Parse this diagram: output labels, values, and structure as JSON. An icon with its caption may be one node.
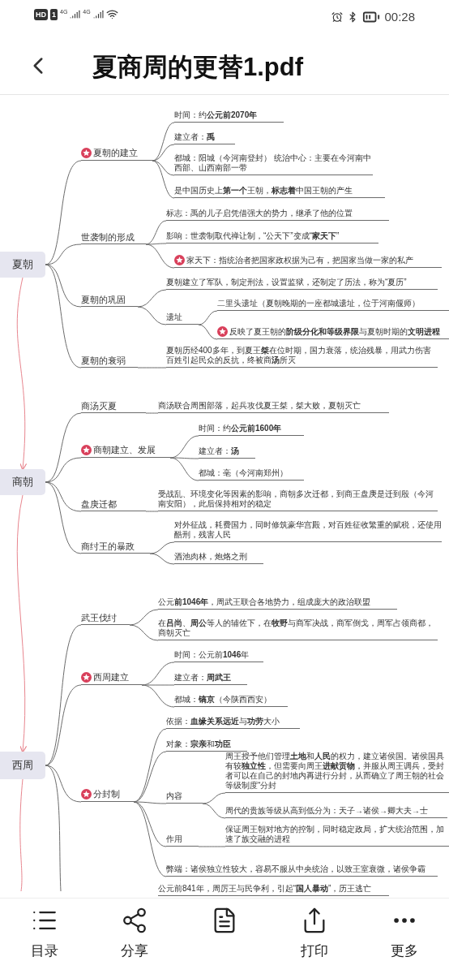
{
  "diagram": {
    "title": "夏商周的更替1.pdf",
    "nodes": [
      {
        "text": [
          "夏朝"
        ]
      },
      {
        "text": [
          "夏朝的建立"
        ]
      },
      {
        "text": [
          "时间：约**公元前2070年**"
        ]
      },
      {
        "text": [
          "建立者：**禹**"
        ]
      },
      {
        "text": [
          "都城：阳城（今河南登封） 统治中心：主要在今河南中西部、山西南部一带"
        ]
      },
      {
        "text": [
          "是中国历史上**第一个**王朝，**标志着**中国王朝的产生"
        ]
      },
      {
        "text": [
          "世袭制的形成"
        ]
      },
      {
        "text": [
          "标志：禹的儿子启凭借强大的势力，继承了他的位置"
        ]
      },
      {
        "text": [
          "影响：世袭制取代禅让制，“公天下”变成“**家天下**”"
        ]
      },
      {
        "text": [
          "家天下：指统治者把国家政权据为己有，把国家当做一家的私产"
        ]
      },
      {
        "text": [
          "夏朝的巩固"
        ]
      },
      {
        "text": [
          "夏朝建立了军队，制定刑法，设置监狱，还制定了历法，称为“夏历”"
        ]
      },
      {
        "text": [
          "遗址"
        ]
      },
      {
        "text": [
          "二里头遗址（夏朝晚期的一座都城遗址，位于河南偃师）"
        ]
      },
      {
        "text": [
          "反映了夏王朝的**阶级分化和等级界限**与夏朝时期的**文明进程**"
        ]
      },
      {
        "text": [
          "夏朝的衰弱"
        ]
      },
      {
        "text": [
          "夏朝历经400多年，到夏王**桀**在位时期，国力衰落，统治残暴，用武力伤害百姓引起民众的反抗，终被商**汤**所灭"
        ]
      },
      {
        "text": [
          "商朝"
        ]
      },
      {
        "text": [
          "商汤灭夏"
        ]
      },
      {
        "text": [
          "商汤联合周围部落，起兵攻伐夏王桀，桀大败，夏朝灭亡"
        ]
      },
      {
        "text": [
          "商朝建立、发展"
        ]
      },
      {
        "text": [
          "时间：约**公元前1600年**"
        ]
      },
      {
        "text": [
          "建立者：**汤**"
        ]
      },
      {
        "text": [
          "都城：亳（今河南郑州）"
        ]
      },
      {
        "text": [
          "盘庚迁都"
        ]
      },
      {
        "text": [
          "受战乱、环境变化等因素的影响，商朝多次迁都，到商王盘庚是迁到殷（今河南安阳），此后保持相对的稳定"
        ]
      },
      {
        "text": [
          "商纣王的暴政"
        ]
      },
      {
        "text": [
          "对外征战，耗费国力，同时修筑豪华宫殿，对百姓征收繁重的赋税，还使用酷刑，残害人民"
        ]
      },
      {
        "text": [
          "酒池肉林，炮烙之刑"
        ]
      },
      {
        "text": [
          "西周"
        ]
      },
      {
        "text": [
          "武王伐纣"
        ]
      },
      {
        "text": [
          "公元**前1046年**，周武王联合各地势力，组成庞大的政治联盟"
        ]
      },
      {
        "text": [
          "在**吕尚**、**周公**等人的辅佐下，在**牧野**与商军决战，商军倒戈，周军占领商都，商朝灭亡"
        ]
      },
      {
        "text": [
          "西周建立"
        ]
      },
      {
        "text": [
          "时间：公元前**1046**年"
        ]
      },
      {
        "text": [
          "建立者：**周武王**"
        ]
      },
      {
        "text": [
          "都城：**镐京**（今陕西西安）"
        ]
      },
      {
        "text": [
          "分封制"
        ]
      },
      {
        "text": [
          "依据：**血缘关系远近**与**功劳**大小"
        ]
      },
      {
        "text": [
          "对象：**宗亲**和**功臣**"
        ]
      },
      {
        "text": [
          "内容"
        ]
      },
      {
        "text": [
          "周王授予他们管理**土地**和**人民**的权力，建立诸侯国。诸侯国具有较**独立性**，但需要向周王**进献贡物**，并服从周王调兵，受封者可以在自己的封地内再进行分封，从而确立了周王朝的社会等级制度“分封"
        ]
      },
      {
        "text": [
          "周代的贵族等级从高到低分为：天子→诸侯→卿大夫→士"
        ]
      },
      {
        "text": [
          "作用"
        ]
      },
      {
        "text": [
          "保证周王朝对地方的控制，同时稳定政局，扩大统治范围，加速了族交融的进程"
        ]
      },
      {
        "text": [
          "弊端：诸侯独立性较大，容易不服从中央统治，以致王室衰微，诸侯争霸"
        ]
      },
      {
        "text": [
          "公元前841年，周厉王与民争利，引起“**国人暴动**”，历王逃亡"
        ]
      }
    ],
    "edges": [
      {
        "from": 0,
        "to": 1,
        "arrow": "none"
      },
      {
        "from": 1,
        "to": 2,
        "arrow": "none"
      },
      {
        "from": 1,
        "to": 3,
        "arrow": "none"
      },
      {
        "from": 1,
        "to": 4,
        "arrow": "none"
      },
      {
        "from": 1,
        "to": 5,
        "arrow": "none"
      },
      {
        "from": 0,
        "to": 6,
        "arrow": "none"
      },
      {
        "from": 6,
        "to": 7,
        "arrow": "none"
      },
      {
        "from": 6,
        "to": 8,
        "arrow": "none"
      },
      {
        "from": 6,
        "to": 9,
        "arrow": "none"
      },
      {
        "from": 0,
        "to": 10,
        "arrow": "none"
      },
      {
        "from": 10,
        "to": 11,
        "arrow": "none"
      },
      {
        "from": 10,
        "to": 12,
        "arrow": "none"
      },
      {
        "from": 12,
        "to": 13,
        "arrow": "none"
      },
      {
        "from": 12,
        "to": 14,
        "arrow": "none"
      },
      {
        "from": 0,
        "to": 15,
        "arrow": "none"
      },
      {
        "from": 15,
        "to": 16,
        "arrow": "none"
      },
      {
        "from": 17,
        "to": 18,
        "arrow": "none"
      },
      {
        "from": 18,
        "to": 19,
        "arrow": "none"
      },
      {
        "from": 17,
        "to": 20,
        "arrow": "none"
      },
      {
        "from": 20,
        "to": 21,
        "arrow": "none"
      },
      {
        "from": 20,
        "to": 22,
        "arrow": "none"
      },
      {
        "from": 20,
        "to": 23,
        "arrow": "none"
      },
      {
        "from": 17,
        "to": 24,
        "arrow": "none"
      },
      {
        "from": 24,
        "to": 25,
        "arrow": "none"
      },
      {
        "from": 17,
        "to": 26,
        "arrow": "none"
      },
      {
        "from": 26,
        "to": 27,
        "arrow": "none"
      },
      {
        "from": 26,
        "to": 28,
        "arrow": "none"
      },
      {
        "from": 29,
        "to": 30,
        "arrow": "none"
      },
      {
        "from": 30,
        "to": 31,
        "arrow": "none"
      },
      {
        "from": 30,
        "to": 32,
        "arrow": "none"
      },
      {
        "from": 29,
        "to": 33,
        "arrow": "none"
      },
      {
        "from": 33,
        "to": 34,
        "arrow": "none"
      },
      {
        "from": 33,
        "to": 35,
        "arrow": "none"
      },
      {
        "from": 33,
        "to": 36,
        "arrow": "none"
      },
      {
        "from": 29,
        "to": 37,
        "arrow": "none"
      },
      {
        "from": 37,
        "to": 38,
        "arrow": "none"
      },
      {
        "from": 37,
        "to": 39,
        "arrow": "none"
      },
      {
        "from": 37,
        "to": 40,
        "arrow": "none"
      },
      {
        "from": 40,
        "to": 41,
        "arrow": "none"
      },
      {
        "from": 40,
        "to": 42,
        "arrow": "none"
      },
      {
        "from": 37,
        "to": 43,
        "arrow": "none"
      },
      {
        "from": 43,
        "to": 44,
        "arrow": "none"
      },
      {
        "from": 37,
        "to": 45,
        "arrow": "none"
      },
      {
        "from": 29,
        "to": null,
        "arrow": "none"
      },
      {
        "from": 0,
        "to": 17,
        "arrow": "to",
        "color": "#e8868f"
      },
      {
        "from": 17,
        "to": 29,
        "arrow": "to",
        "color": "#e8868f"
      },
      {
        "from": 29,
        "to": null,
        "arrow": "none",
        "color": "#e8868f"
      }
    ],
    "labels": [
      "HD",
      "1",
      "4G",
      "4G",
      "00:28",
      "目录",
      "分享",
      "打印",
      "更多"
    ]
  }
}
